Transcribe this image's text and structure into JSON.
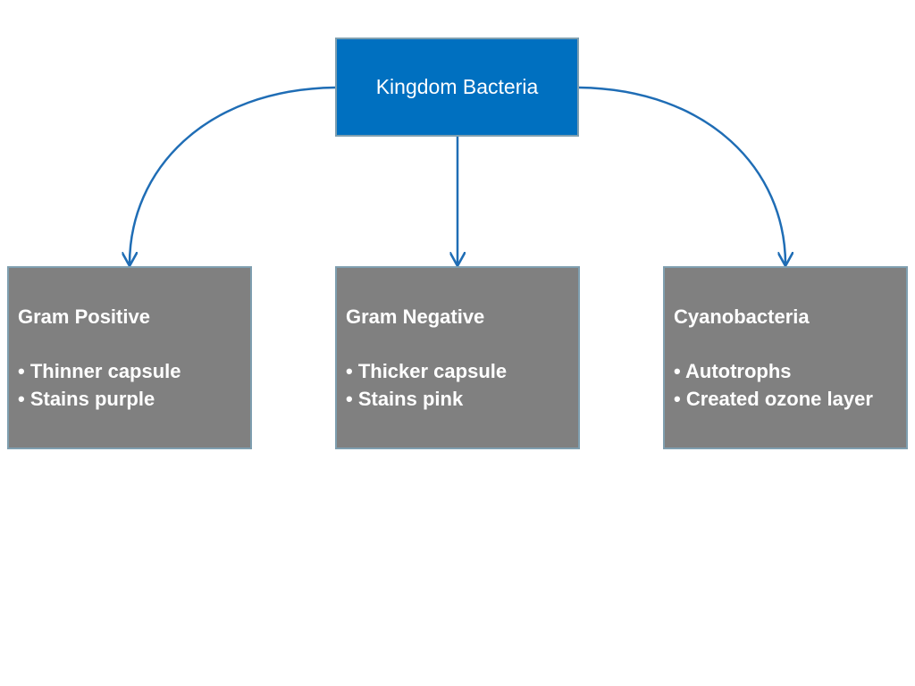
{
  "diagram": {
    "root": {
      "label": "Kingdom Bacteria"
    },
    "children": [
      {
        "title": "Gram Positive",
        "bullets": [
          "• Thinner capsule",
          "• Stains purple"
        ]
      },
      {
        "title": "Gram Negative",
        "bullets": [
          "• Thicker capsule",
          "• Stains pink"
        ]
      },
      {
        "title": "Cyanobacteria",
        "bullets": [
          "• Autotrophs",
          "• Created ozone layer"
        ]
      }
    ],
    "colors": {
      "root_fill": "#0070c0",
      "child_fill": "#808080",
      "border": "#7f9fb0",
      "connector": "#1f6db5",
      "text": "#ffffff"
    }
  }
}
